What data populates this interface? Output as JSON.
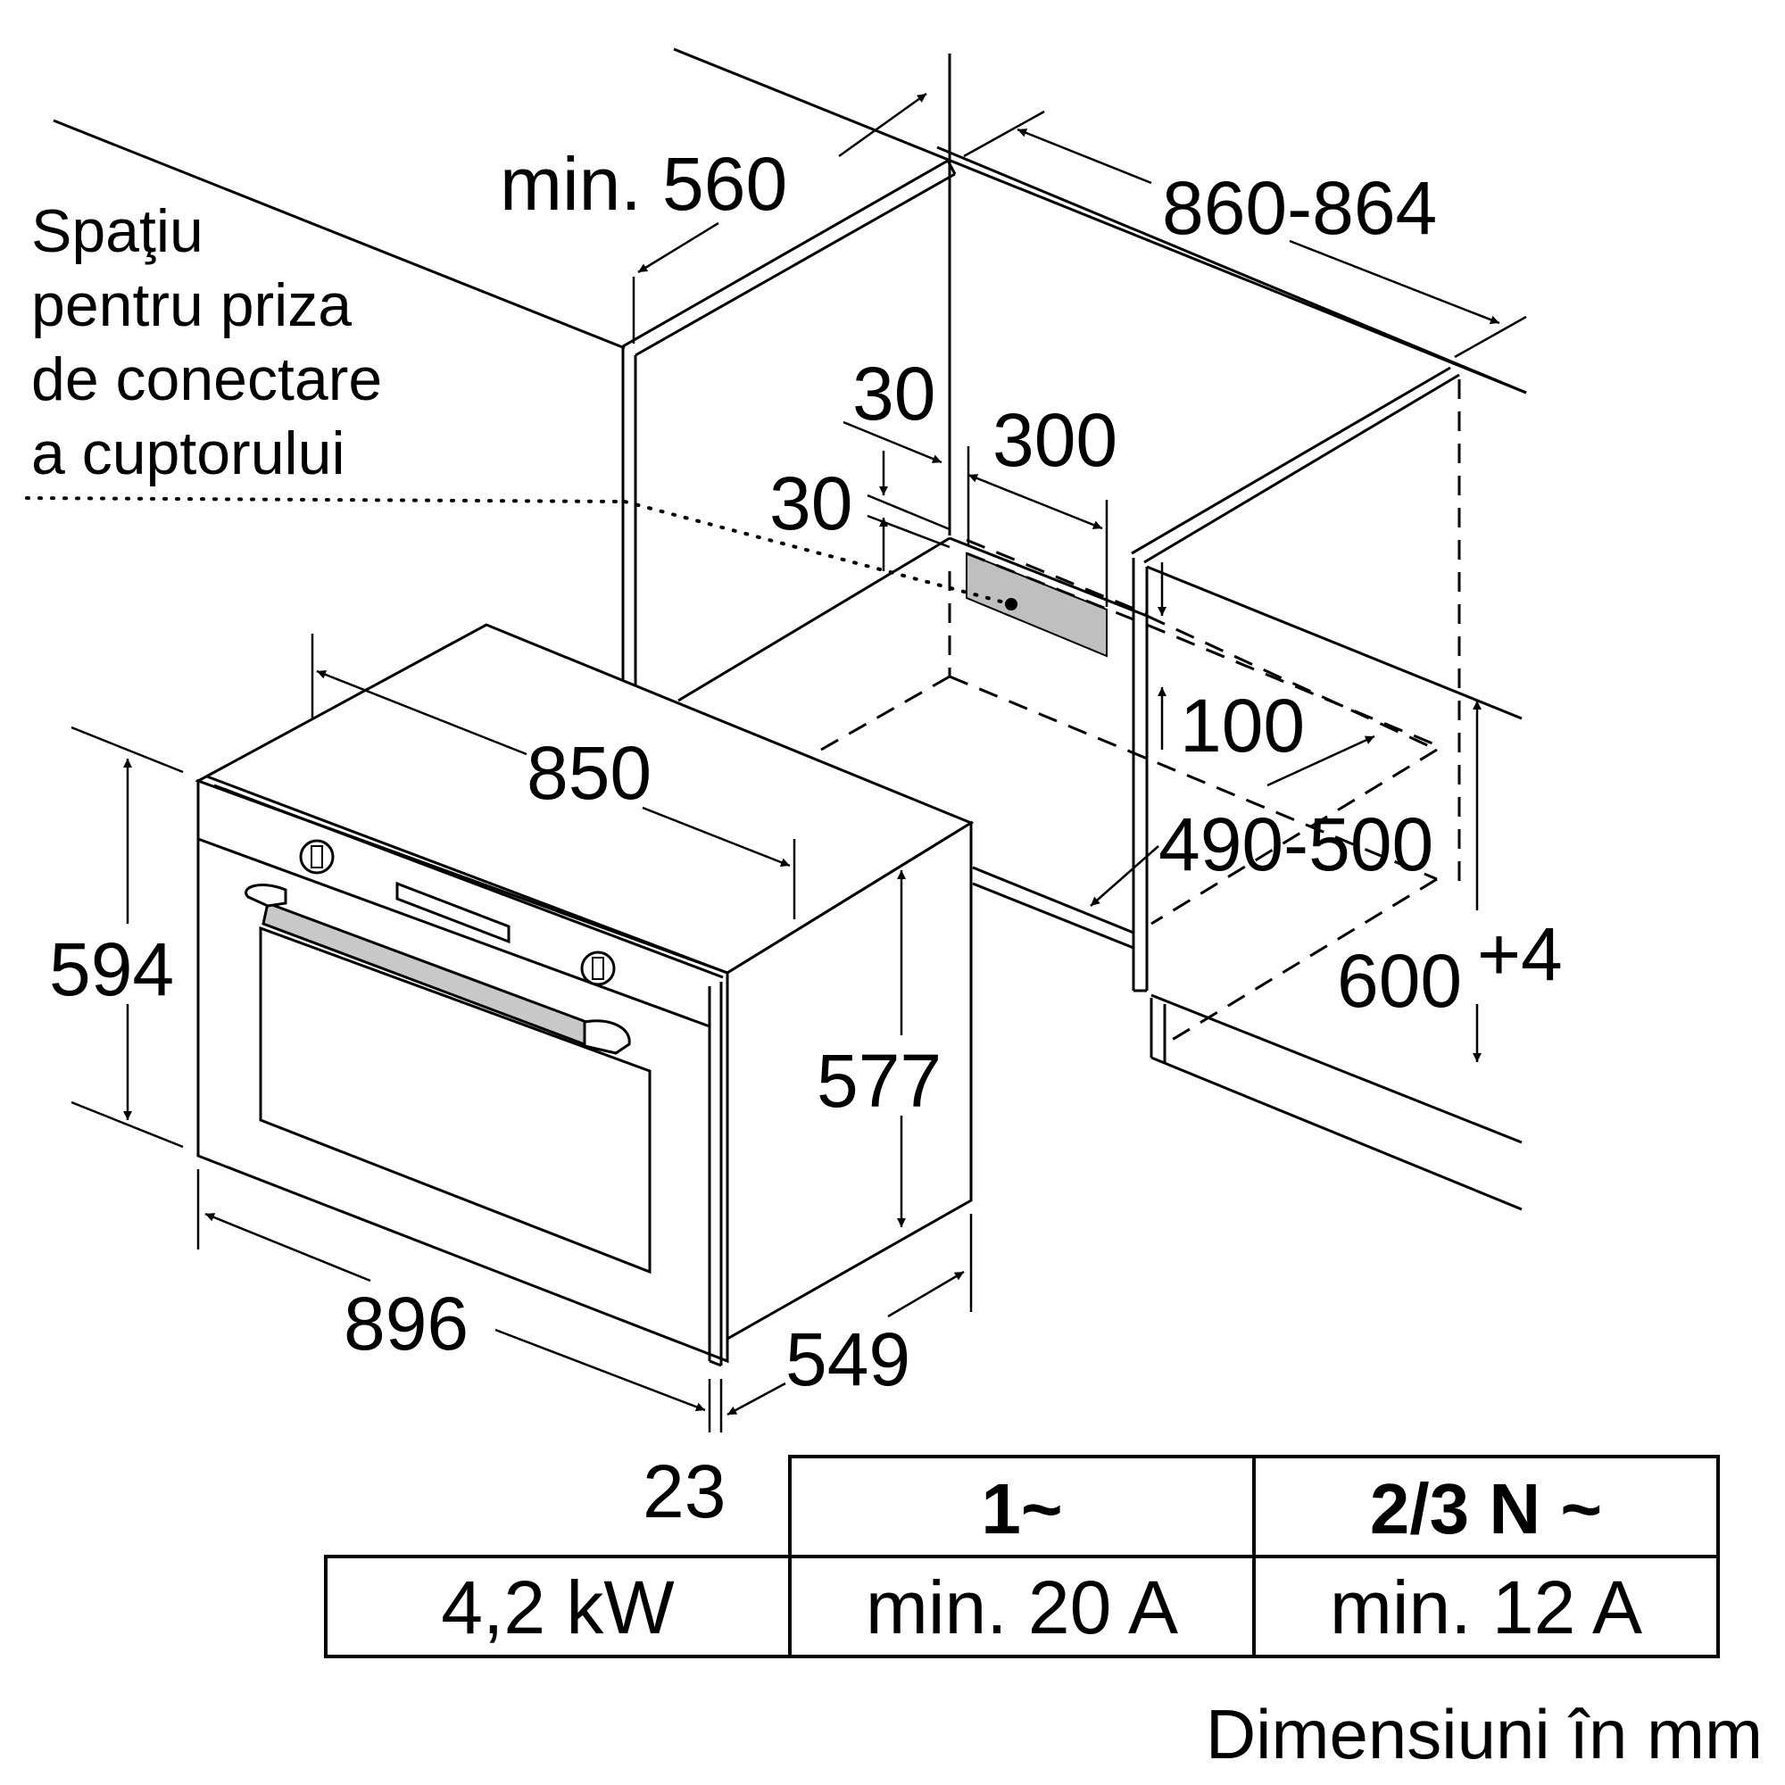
{
  "note": {
    "lines": [
      "Spaţiu",
      "pentru priza",
      "de conectare",
      "a cuptorului"
    ]
  },
  "dimensions": {
    "min_560": "min. 560",
    "d_860_864": "860-864",
    "d_30_top": "30",
    "d_300": "300",
    "d_30_side": "30",
    "d_100": "100",
    "d_850": "850",
    "d_490_500": "490-500",
    "d_594": "594",
    "d_600": "600",
    "d_600_sup": "+4",
    "d_577": "577",
    "d_896": "896",
    "d_549": "549",
    "d_23": "23"
  },
  "power_table": {
    "header": [
      "1~",
      "2/3 N ~"
    ],
    "row_label": "4,2 kW",
    "row_values": [
      "min. 20 A",
      "min. 12 A"
    ]
  },
  "footer": "Dimensiuni în mm",
  "colors": {
    "line": "#000000",
    "socket_area": "#bfbfbf",
    "handle": "#c8c8c8",
    "background": "#ffffff"
  }
}
